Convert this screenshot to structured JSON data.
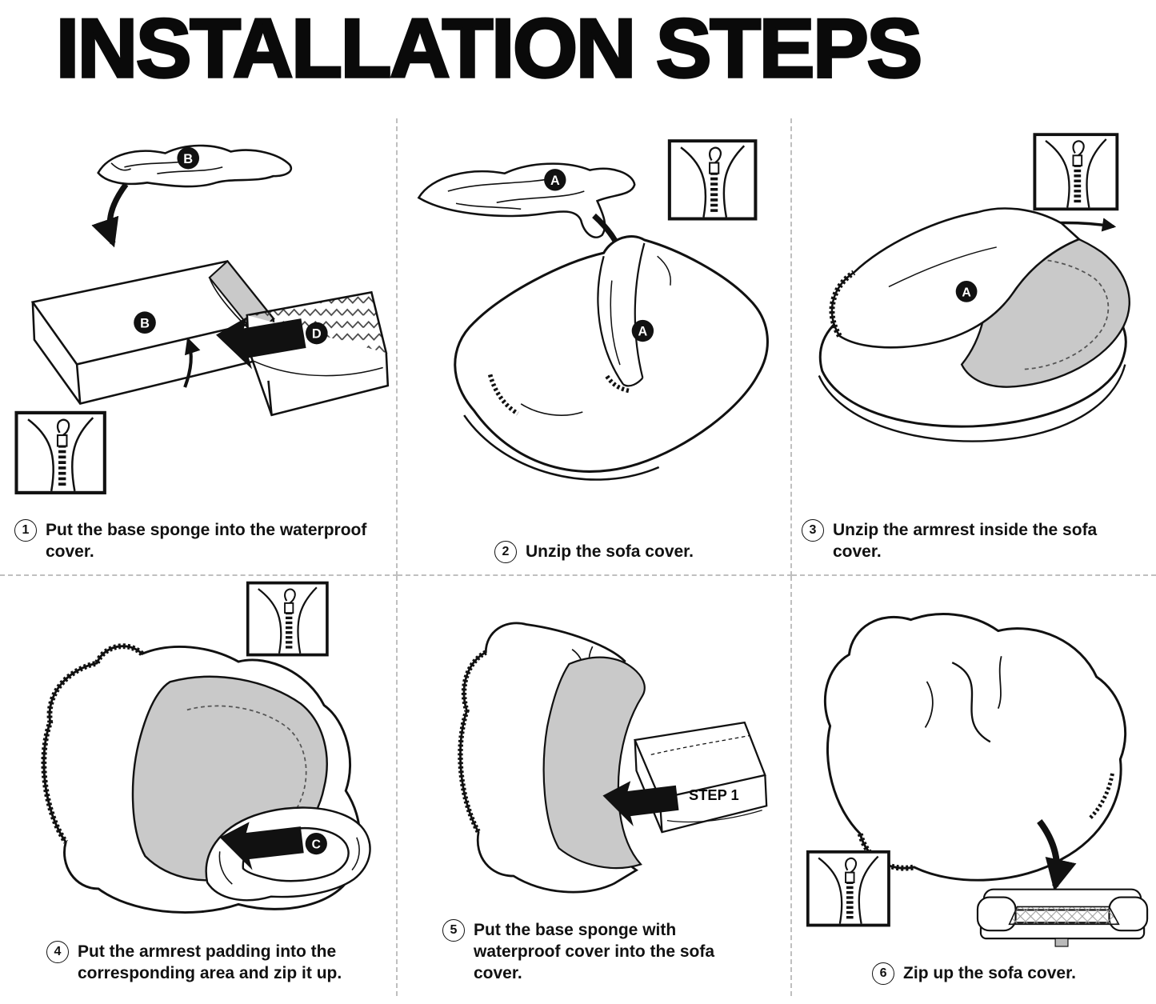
{
  "title": "INSTALLATION STEPS",
  "steps": [
    {
      "number": "1",
      "caption": "Put the base sponge into the waterproof cover."
    },
    {
      "number": "2",
      "caption": "Unzip the sofa cover."
    },
    {
      "number": "3",
      "caption": "Unzip the armrest inside the sofa cover."
    },
    {
      "number": "4",
      "caption": "Put the armrest padding into the corresponding area and zip it up."
    },
    {
      "number": "5",
      "caption": "Put the base sponge with waterproof cover into the sofa cover."
    },
    {
      "number": "6",
      "caption": "Zip up the sofa cover."
    }
  ],
  "labels": {
    "step1_fabric": "B",
    "step1_cover": "B",
    "step1_sponge_arrow": "D",
    "step2_fabric": "A",
    "step2_cover": "A",
    "step3_armrest": "A",
    "step4_padding_arrow": "C",
    "step5_arrow": "STEP 1"
  },
  "colors": {
    "line": "#1a1a1a",
    "interior_gray": "#c9c9c9",
    "dashed_divider": "#bfbfbf",
    "background": "#ffffff",
    "title_black": "#0a0a0a"
  }
}
